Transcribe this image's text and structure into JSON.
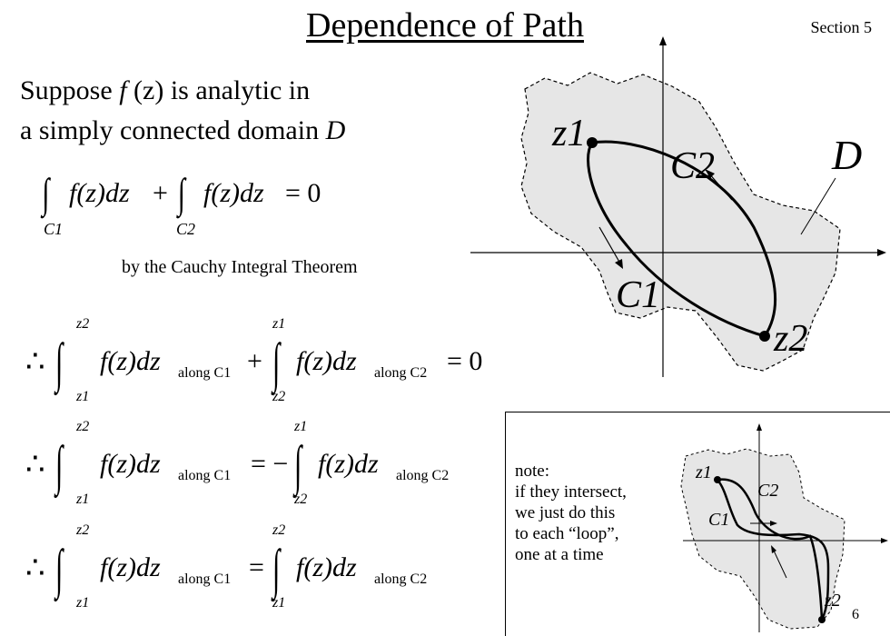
{
  "header": {
    "title": "Dependence of Path",
    "section": "Section 5"
  },
  "intro": {
    "line1_prefix": "Suppose ",
    "func_f": "f",
    "func_arg": " (z)",
    "line1_suffix": " is analytic  in",
    "line2_prefix": "a simply  connected domain ",
    "domain_symbol": "D"
  },
  "equations": {
    "eq1": {
      "integrand": "f(z)dz",
      "plus": "+",
      "equals": "= 0",
      "path1": "C1",
      "path2": "C2"
    },
    "theorem_note": "by the Cauchy Integral Theorem",
    "therefore": "∴",
    "eq2": {
      "integrand": "f(z)dz",
      "along1": "along C1",
      "along2": "along C2",
      "op": "+",
      "rhs": "= 0",
      "lims1": [
        "z2",
        "z1"
      ],
      "lims2": [
        "z1",
        "z2"
      ]
    },
    "eq3": {
      "integrand": "f(z)dz",
      "along1": "along C1",
      "along2": "along C2",
      "op": "= −",
      "lims1": [
        "z2",
        "z1"
      ],
      "lims2": [
        "z1",
        "z2"
      ]
    },
    "eq4": {
      "integrand": "f(z)dz",
      "along1": "along C1",
      "along2": "along C2",
      "op": "=",
      "lims1": [
        "z2",
        "z1"
      ],
      "lims2": [
        "z2",
        "z1"
      ]
    }
  },
  "diagram": {
    "start_point": "z1",
    "end_point": "z2",
    "path_c1": "C1",
    "path_c2": "C2",
    "domain_label": "D",
    "region_fill": "#e6e6e6"
  },
  "note": {
    "lines": [
      "note:",
      "if they intersect,",
      "we just do this",
      "to each “loop”,",
      "one at a time"
    ],
    "mini_z1": "z1",
    "mini_z2": "z2",
    "mini_c1": "C1",
    "mini_c2": "C2"
  },
  "footer": {
    "page_number": "6"
  }
}
